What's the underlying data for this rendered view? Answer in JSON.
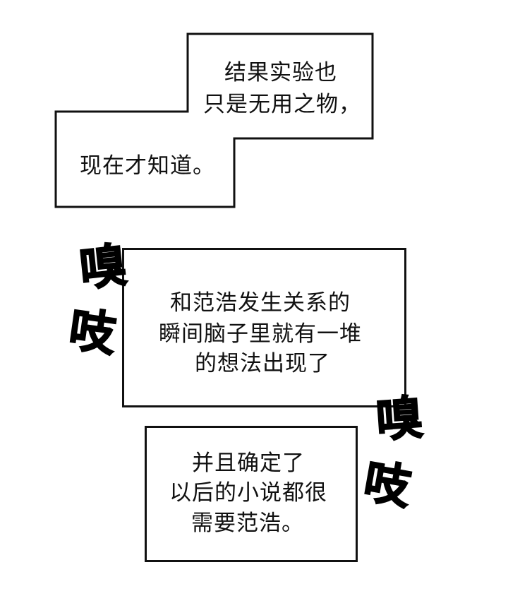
{
  "caption_1": {
    "lines": [
      "结果实验也",
      "只是无用之物，",
      "现在才知道。"
    ]
  },
  "caption_2": {
    "lines": [
      "和范浩发生关系的",
      "瞬间脑子里就有一堆",
      "的想法出现了"
    ]
  },
  "caption_3": {
    "lines": [
      "并且确定了",
      "以后的小说都很",
      "需要范浩。"
    ]
  },
  "sound_effects": {
    "left_top": "嗅",
    "left_bottom": "吱",
    "right_top": "嗅",
    "right_bottom": "吱"
  }
}
